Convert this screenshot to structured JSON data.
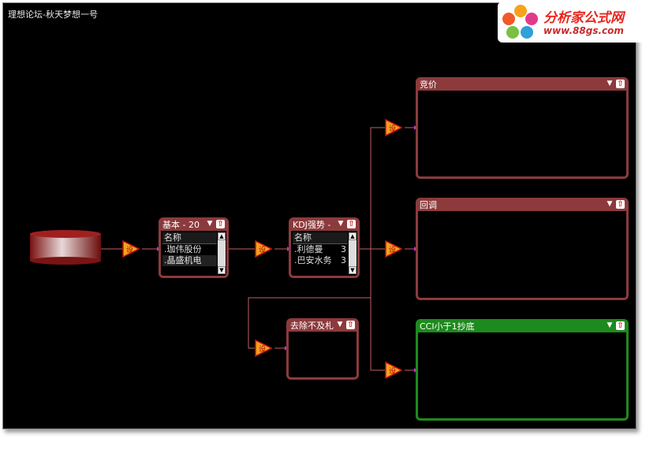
{
  "window": {
    "title": "理想论坛-秋天梦想一号"
  },
  "logo": {
    "name": "分析家公式网",
    "url": "www.88gs.com"
  },
  "panels": {
    "basic": {
      "title": "基本 - 20",
      "column": "名称",
      "rows": [
        ".珈伟股份",
        ".晶盛机电"
      ]
    },
    "kdj": {
      "title": "KDJ强势 -",
      "column": "名称",
      "rows": [
        {
          "name": ".利德曼",
          "value": "3"
        },
        {
          "name": ".巴安水务",
          "value": "3"
        }
      ]
    },
    "remove": {
      "title": "去除不及札"
    },
    "bid": {
      "title": "竞价"
    },
    "pullback": {
      "title": "回调"
    },
    "cci": {
      "title": "CCI小于1抄底"
    }
  },
  "colors": {
    "panel_red": "#8c3a3c",
    "panel_green": "#1d8a1d",
    "wire": "#c06060",
    "arrow": "#b040c0"
  }
}
